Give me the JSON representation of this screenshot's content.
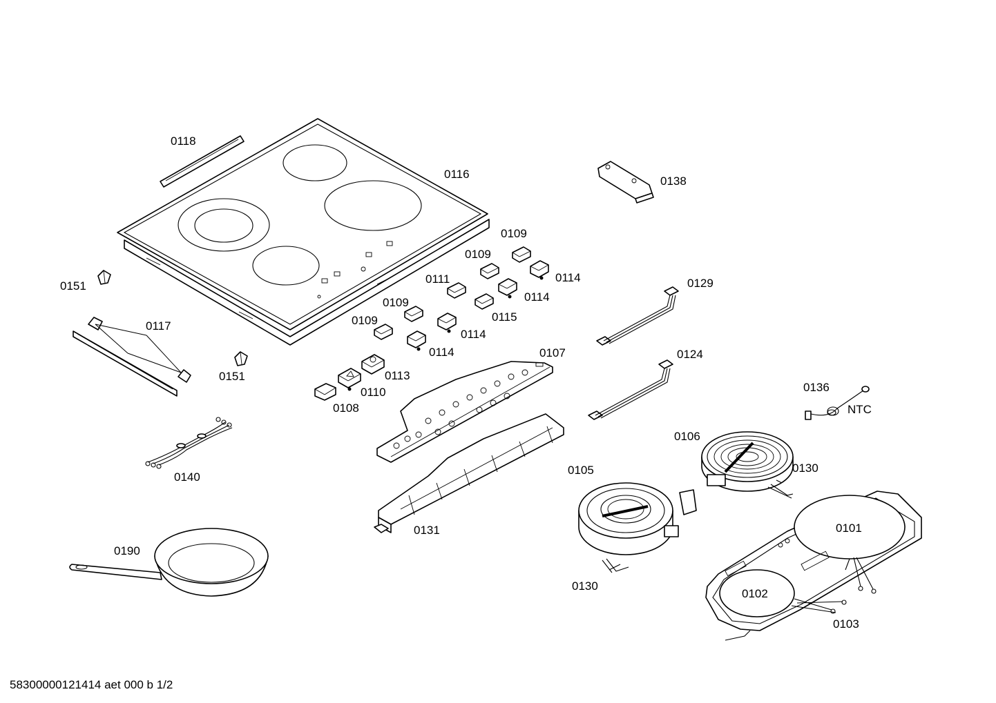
{
  "labels": {
    "p0118": "0118",
    "p0116": "0116",
    "p0138": "0138",
    "p0109a": "0109",
    "p0109b": "0109",
    "p0109c": "0109",
    "p0109d": "0109",
    "p0111": "0111",
    "p0114a": "0114",
    "p0114b": "0114",
    "p0114c": "0114",
    "p0114d": "0114",
    "p0115": "0115",
    "p0129": "0129",
    "p0151a": "0151",
    "p0151b": "0151",
    "p0117": "0117",
    "p0107": "0107",
    "p0113": "0113",
    "p0110": "0110",
    "p0108": "0108",
    "p0124": "0124",
    "p0136": "0136",
    "pNTC": "NTC",
    "p0106": "0106",
    "p0130a": "0130",
    "p0105": "0105",
    "p0140": "0140",
    "p0131": "0131",
    "p0101": "0101",
    "p0190": "0190",
    "p0130b": "0130",
    "p0102": "0102",
    "p0103": "0103"
  },
  "footer": "58300000121414 aet 000 b 1/2"
}
